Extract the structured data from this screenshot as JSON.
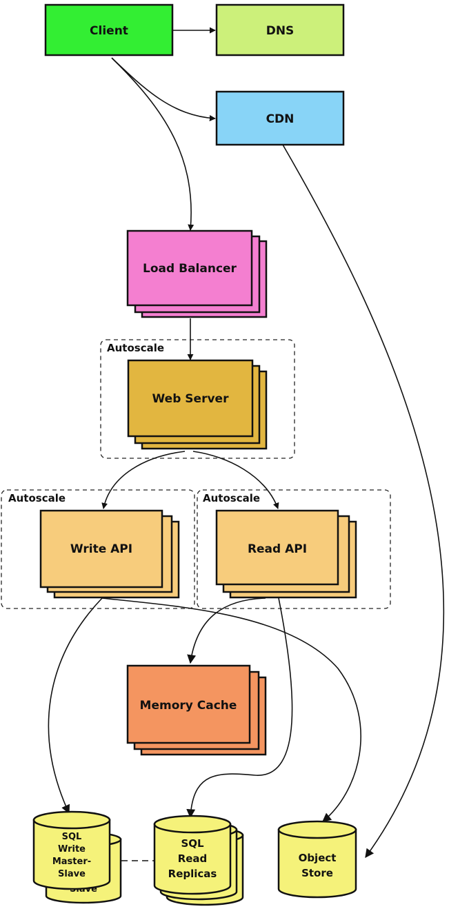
{
  "nodes": {
    "client": {
      "label": "Client",
      "color": "#33ee33"
    },
    "dns": {
      "label": "DNS",
      "color": "#ccf07a"
    },
    "cdn": {
      "label": "CDN",
      "color": "#88d4f7"
    },
    "load_balancer": {
      "label": "Load Balancer",
      "color": "#f47fd0"
    },
    "web_server": {
      "label": "Web Server",
      "color": "#e2b640"
    },
    "write_api": {
      "label": "Write API",
      "color": "#f7cc7c"
    },
    "read_api": {
      "label": "Read API",
      "color": "#f7cc7c"
    },
    "memory_cache": {
      "label": "Memory Cache",
      "color": "#f49560"
    }
  },
  "databases": {
    "sql_write": {
      "lines": [
        "SQL",
        "Write",
        "Master-",
        "Slave"
      ],
      "back_label": "Slave",
      "color": "#f5f27a"
    },
    "sql_read": {
      "lines": [
        "SQL",
        "Read",
        "Replicas"
      ],
      "color": "#f5f27a"
    },
    "object_store": {
      "lines": [
        "Object",
        "Store"
      ],
      "color": "#f5f27a"
    }
  },
  "groups": {
    "web_autoscale": {
      "label": "Autoscale"
    },
    "write_autoscale": {
      "label": "Autoscale"
    },
    "read_autoscale": {
      "label": "Autoscale"
    }
  },
  "edges": [
    [
      "Client",
      "DNS"
    ],
    [
      "Client",
      "CDN"
    ],
    [
      "Client",
      "Load Balancer"
    ],
    [
      "CDN",
      "Object Store"
    ],
    [
      "Load Balancer",
      "Web Server"
    ],
    [
      "Web Server",
      "Write API"
    ],
    [
      "Web Server",
      "Read API"
    ],
    [
      "Write API",
      "SQL Write Master-Slave"
    ],
    [
      "Write API",
      "Object Store"
    ],
    [
      "Read API",
      "Memory Cache"
    ],
    [
      "Read API",
      "SQL Read Replicas"
    ],
    [
      "SQL Write Master-Slave",
      "SQL Read Replicas"
    ]
  ]
}
